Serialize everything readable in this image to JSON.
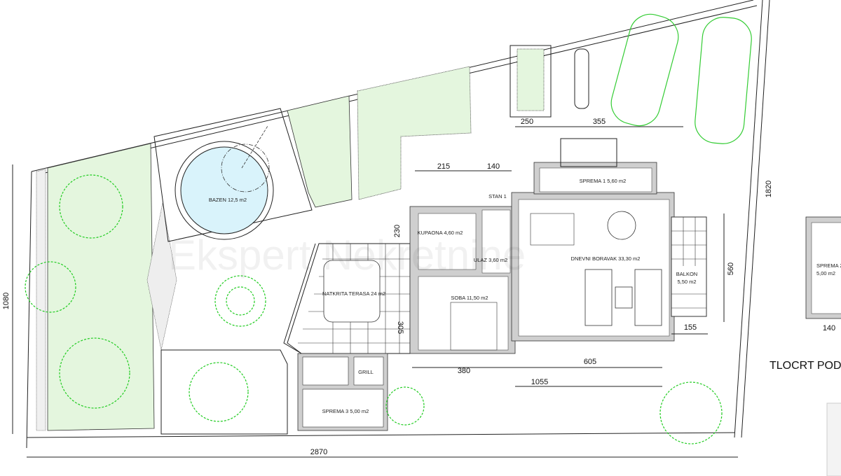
{
  "watermark": "Ekspert Nekretnine",
  "colors": {
    "lawn": "#e4f6de",
    "pool": "#d9f3fb",
    "trees": "#22cc22",
    "walls": "#cfcfcf",
    "hedge": "#e4f6de"
  },
  "rooms": {
    "pool": "BAZEN 12,5 m2",
    "terrace": "NATKRITA TERASA 24 m2",
    "bathroom": "KUPAONA  4,60 m2",
    "unit": "STAN 1",
    "entrance": "ULAZ  3,60 m2",
    "bedroom": "SOBA  11,50 m2",
    "living": "DNEVNI BORAVAK  33,30 m2",
    "storage1": "SPREMA 1  5,60 m2",
    "balcony": "BALKON",
    "balcony_area": "5,50  m2",
    "grill": "GRILL",
    "storage3": "SPREMA 3  5,00 m2",
    "storage2": "SPREMA 2",
    "storage2_area": "5,00 m2"
  },
  "dimensions": {
    "d250": "250",
    "d355": "355",
    "d215": "215",
    "d140a": "140",
    "d230": "230",
    "d560": "560",
    "d1080": "1080",
    "d1820": "1820",
    "d155": "155",
    "d605": "605",
    "d380": "380",
    "d1055": "1055",
    "d2870": "2870",
    "d305": "305",
    "d140b": "140"
  },
  "plan_title": "TLOCRT PODR"
}
